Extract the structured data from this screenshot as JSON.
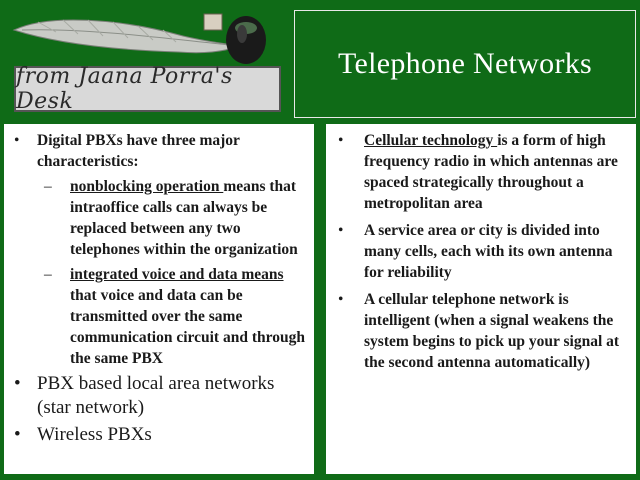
{
  "header": {
    "logo_text": "from Jaana Porra's Desk",
    "title": "Telephone Networks"
  },
  "left_panel": {
    "items": [
      {
        "mark": "•",
        "text": "Digital PBXs have three major characteristics:"
      },
      {
        "mark": "–",
        "underlined": "nonblocking operation ",
        "text": "means that intraoffice calls can always be replaced between any two telephones within the organization"
      },
      {
        "mark": "–",
        "underlined": "integrated voice and data means ",
        "text": "that voice and data can be transmitted over the same communication circuit and through the same PBX"
      },
      {
        "mark": "•",
        "text": "PBX based local area networks (star network)"
      },
      {
        "mark": "•",
        "text": "Wireless PBXs"
      }
    ]
  },
  "right_panel": {
    "items": [
      {
        "mark": "•",
        "underlined": "Cellular technology ",
        "text": "is a form of high frequency radio in which antennas are spaced strategically throughout a metropolitan area"
      },
      {
        "mark": "•",
        "text": "A service area or city is divided into many cells, each with its own antenna for reliability"
      },
      {
        "mark": "•",
        "text": "A cellular telephone network is intelligent (when a signal weakens the system begins to pick up your signal at the second antenna automatically)"
      }
    ]
  }
}
